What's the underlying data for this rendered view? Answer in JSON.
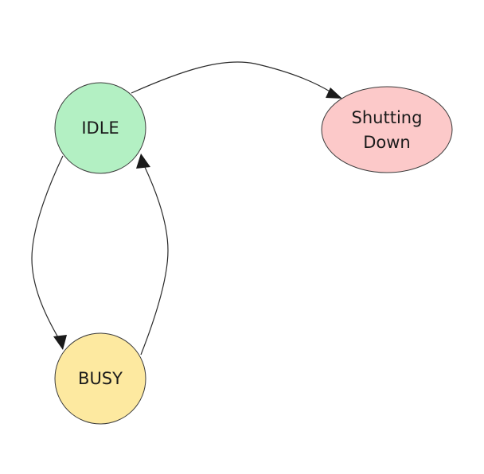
{
  "diagram": {
    "type": "state-diagram",
    "nodes": [
      {
        "id": "idle",
        "label": "IDLE",
        "shape": "circle",
        "fill": "#b3f0c3",
        "stroke": "#3a3a3a"
      },
      {
        "id": "busy",
        "label": "BUSY",
        "shape": "circle",
        "fill": "#fde9a0",
        "stroke": "#3a3a3a"
      },
      {
        "id": "shutting-down",
        "label_lines": [
          "Shutting",
          "Down"
        ],
        "shape": "ellipse",
        "fill": "#fcc9c9",
        "stroke": "#3a3a3a"
      }
    ],
    "edges": [
      {
        "from": "idle",
        "to": "shutting-down"
      },
      {
        "from": "idle",
        "to": "busy"
      },
      {
        "from": "busy",
        "to": "idle"
      }
    ]
  }
}
